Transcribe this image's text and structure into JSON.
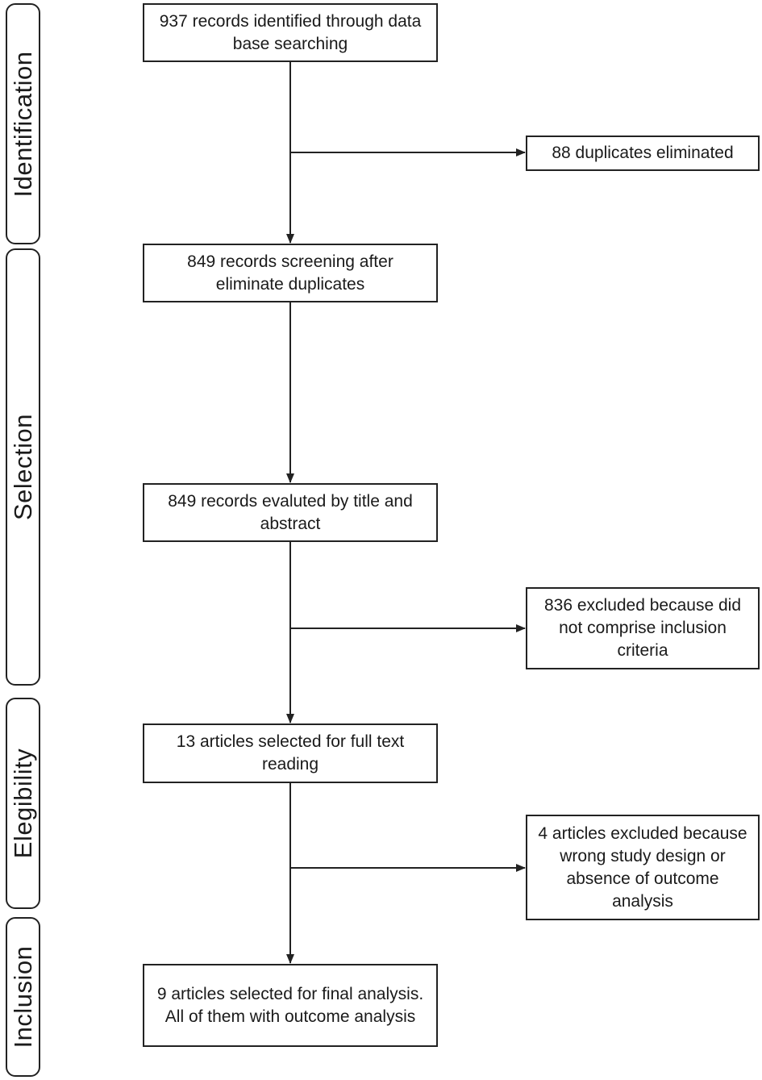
{
  "phases": {
    "identification": "Identification",
    "selection": "Selection",
    "eligibility": "Elegibility",
    "inclusion": "Inclusion"
  },
  "boxes": {
    "identified": "937 records identified through data base searching",
    "duplicates": "88 duplicates eliminated",
    "screening": "849 records screening after eliminate duplicates",
    "evaluated": "849 records evaluted by title and abstract",
    "excluded_criteria": "836 excluded because did not comprise inclusion criteria",
    "full_text": "13 articles selected for full text reading",
    "excluded_design": "4 articles excluded because wrong study design or absence of outcome analysis",
    "final": "9 articles selected for final analysis. All of them with outcome analysis"
  }
}
